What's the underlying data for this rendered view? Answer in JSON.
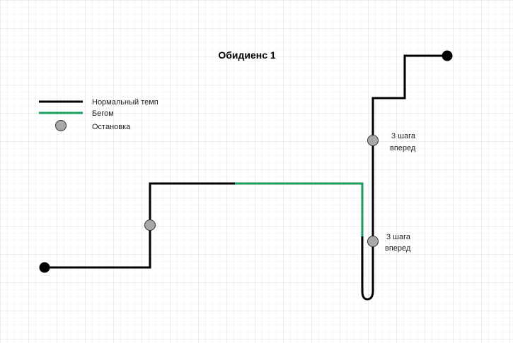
{
  "diagram": {
    "title": "Обидиенс 1",
    "legend": {
      "normal": {
        "label": "Нормальный темп",
        "color": "#000000"
      },
      "run": {
        "label": "Бегом",
        "color": "#1a9e5c"
      },
      "stop": {
        "label": "Остановка",
        "color": "#a8a8a8"
      }
    },
    "annotations": {
      "upper_line1": "3 шага",
      "upper_line2": "вперед",
      "lower_line1": "3 шага",
      "lower_line2": "вперед"
    },
    "grid": true
  }
}
